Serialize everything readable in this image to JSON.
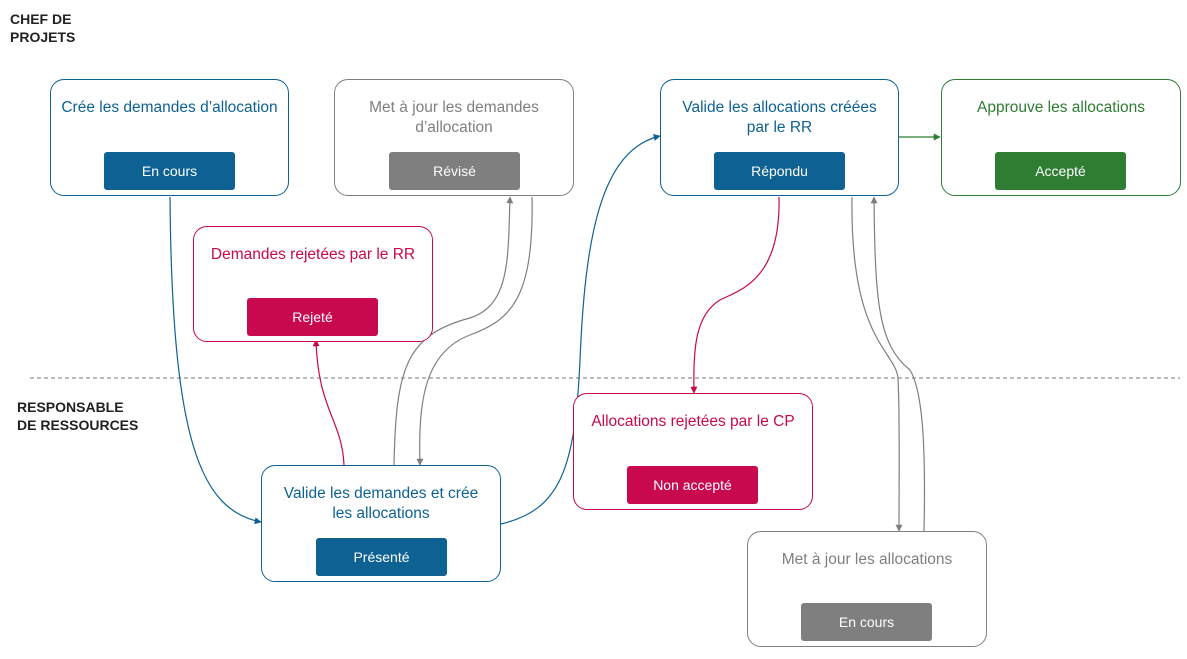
{
  "lanes": {
    "top": "CHEF DE\nPROJETS",
    "bottom": "RESPONSABLE\nDE RESSOURCES"
  },
  "colors": {
    "blue": "#0e6193",
    "gray": "#7f7f7f",
    "red": "#c8094d",
    "green": "#2e7d32",
    "divider": "#777777"
  },
  "steps": {
    "cree_demandes": {
      "title": "Crée les demandes d’allocation",
      "status": "En cours"
    },
    "maj_demandes": {
      "title": "Met à jour les demandes d’allocation",
      "status": "Révisé"
    },
    "valide_allocations": {
      "title": "Valide les allocations créées par le RR",
      "status": "Répondu"
    },
    "approuve": {
      "title": "Approuve les allocations",
      "status": "Accepté"
    },
    "demandes_rejetees": {
      "title": "Demandes rejetées par le RR",
      "status": "Rejeté"
    },
    "valide_demandes": {
      "title": "Valide les demandes et crée les allocations",
      "status": "Présenté"
    },
    "allocations_rejetees": {
      "title": "Allocations rejetées par le CP",
      "status": "Non accepté"
    },
    "maj_allocations": {
      "title": "Met à jour les allocations",
      "status": "En cours"
    }
  }
}
